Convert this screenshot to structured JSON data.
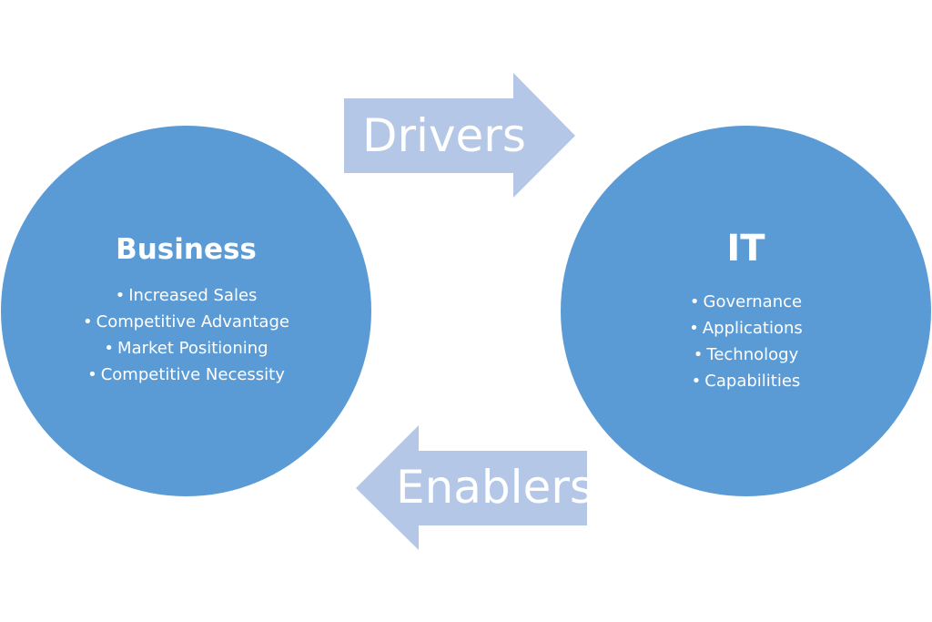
{
  "diagram": {
    "fill_color": "#5b9bd5",
    "arrow_color": "#b4c7e7",
    "text_color": "#ffffff",
    "business": {
      "title": "Business",
      "items": [
        "Increased Sales",
        "Competitive Advantage",
        "Market Positioning",
        "Competitive Necessity"
      ]
    },
    "it": {
      "title": "IT",
      "items": [
        "Governance",
        "Applications",
        "Technology",
        "Capabilities"
      ]
    },
    "arrows": {
      "drivers": "Drivers",
      "enablers": "Enablers"
    }
  }
}
